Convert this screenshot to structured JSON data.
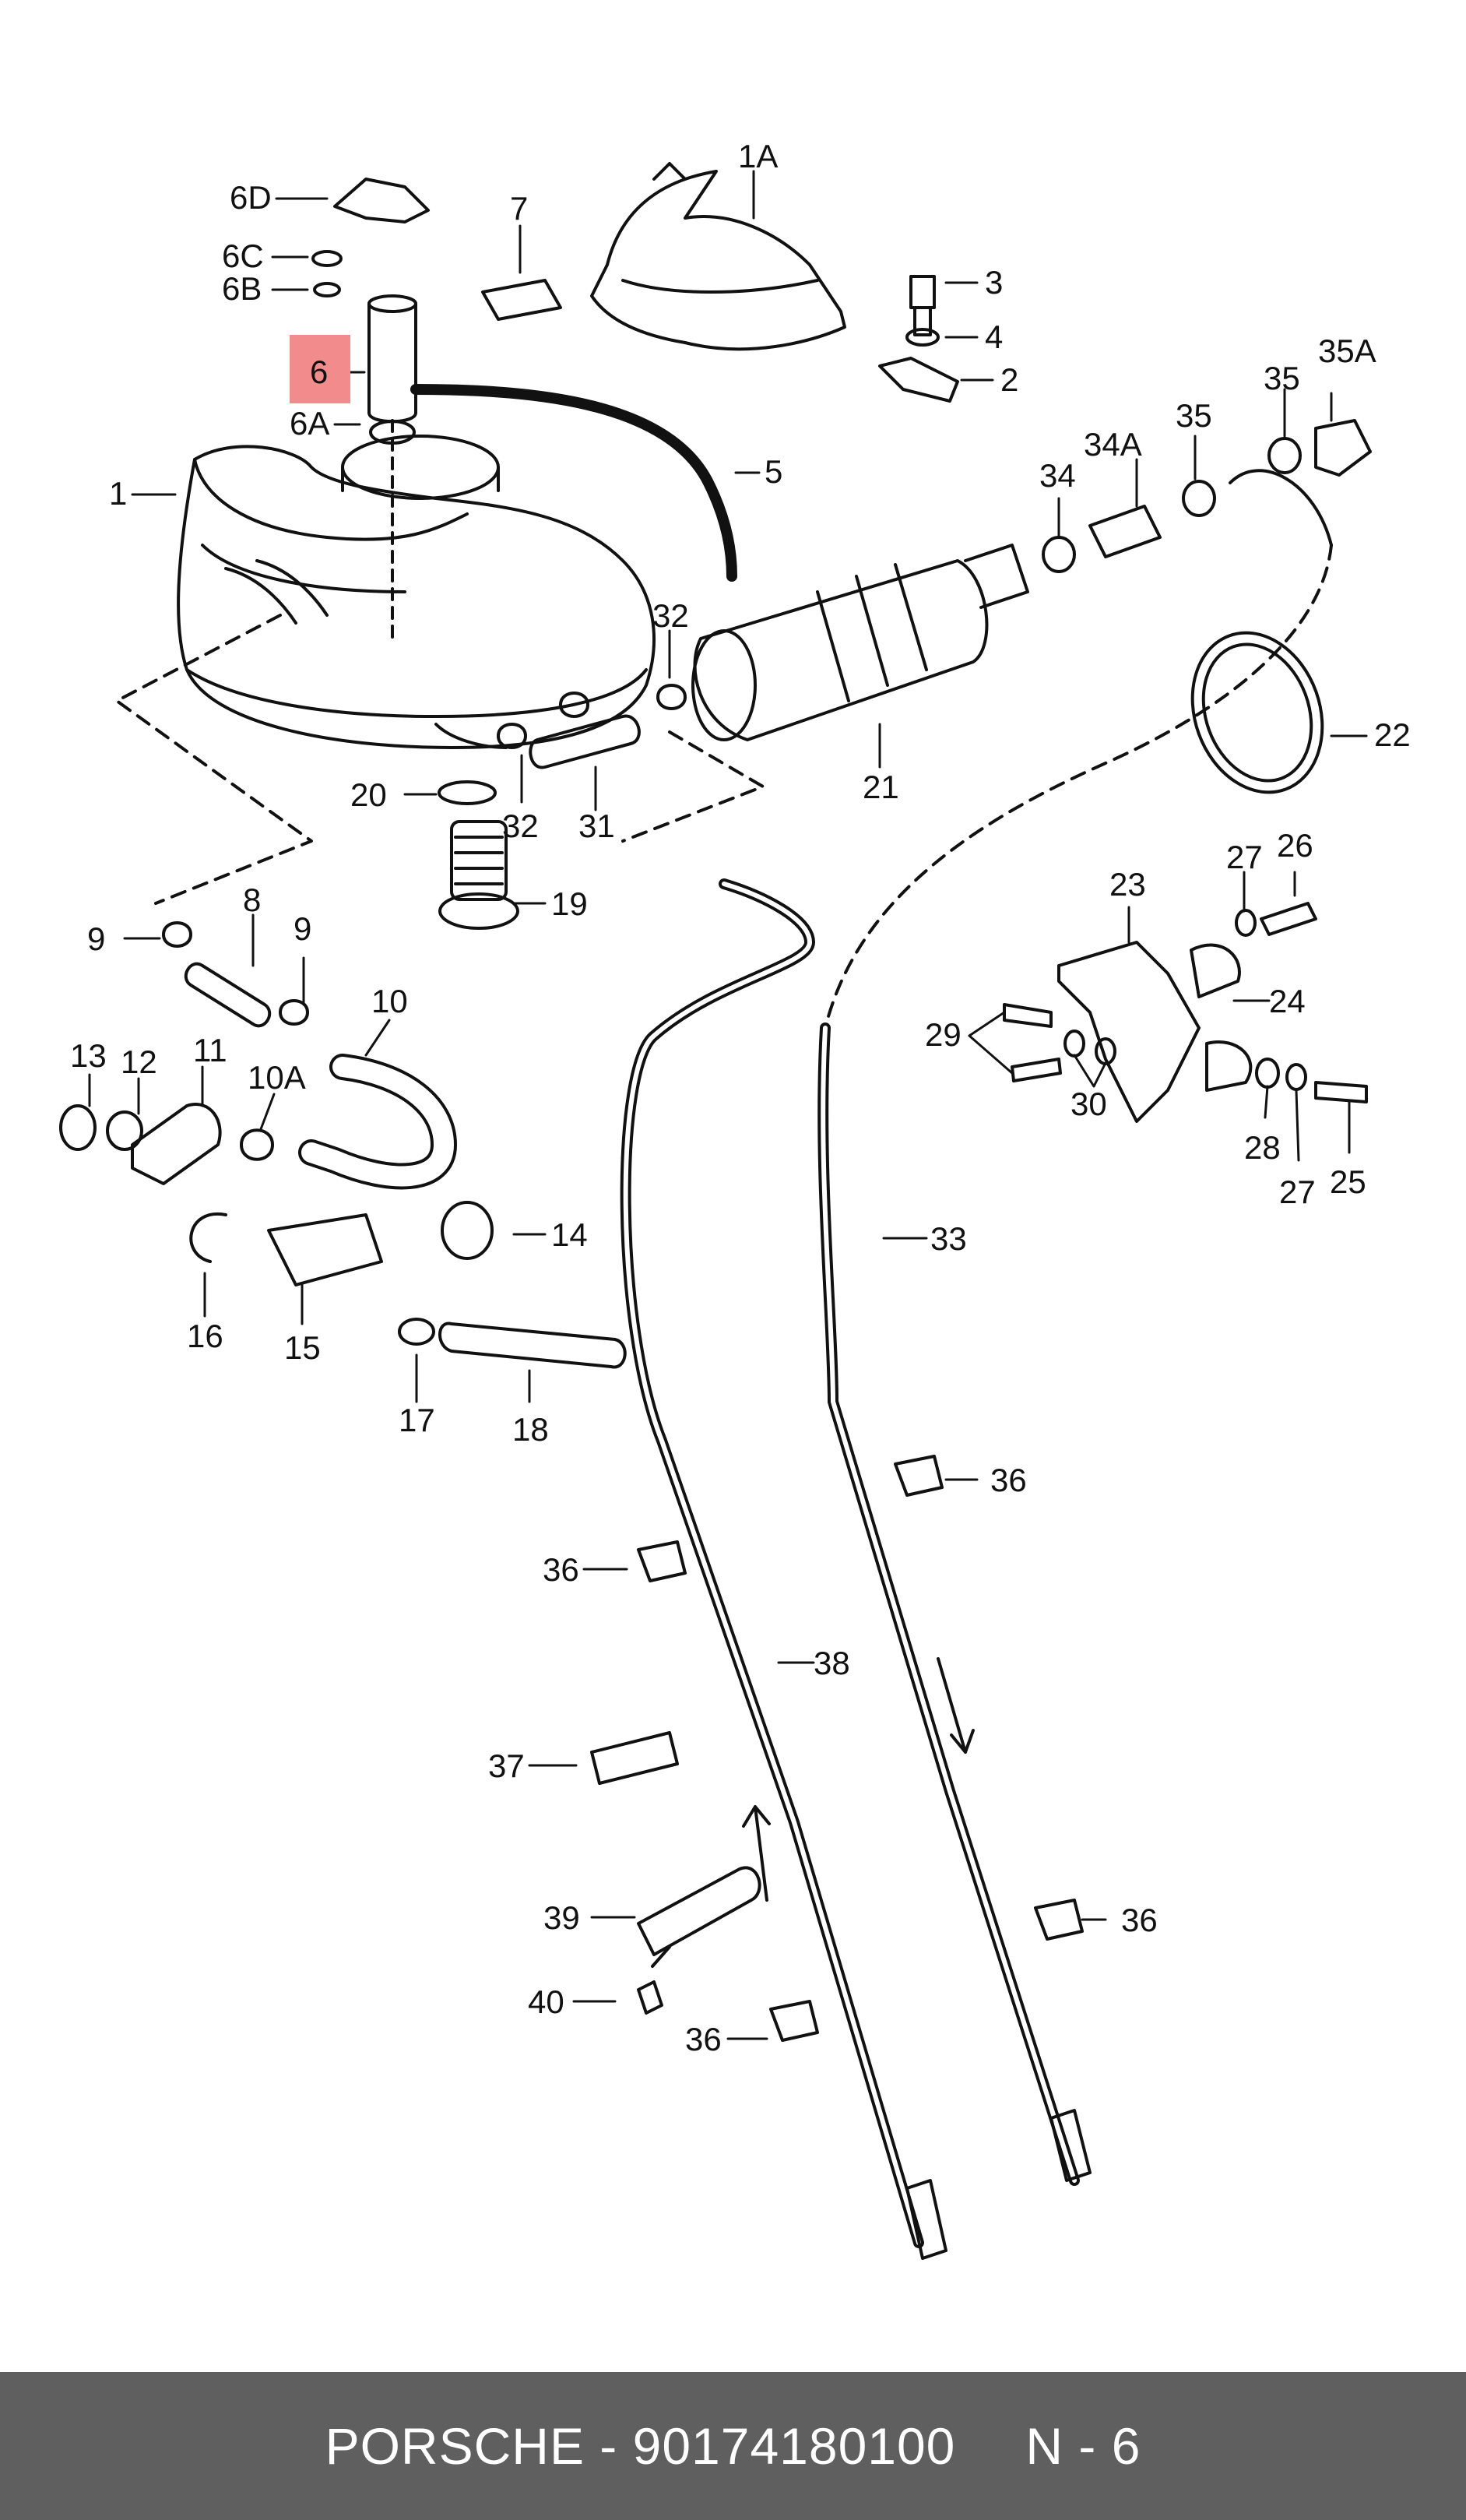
{
  "footer": {
    "brand_part": "PORSCHE - 90174180100",
    "page_ref": "N - 6"
  },
  "colors": {
    "highlight": "#f28b8b",
    "footer_bg": "#5f5f5f",
    "line": "#111111"
  },
  "callouts": [
    "1A",
    "3",
    "4",
    "2",
    "6D",
    "7",
    "6C",
    "6B",
    "6",
    "6A",
    "1",
    "5",
    "35",
    "35A",
    "34A",
    "35",
    "34",
    "32",
    "22",
    "20",
    "32",
    "31",
    "21",
    "19",
    "9",
    "8",
    "9",
    "26",
    "27",
    "23",
    "24",
    "29",
    "30",
    "10",
    "13",
    "12",
    "11",
    "10A",
    "28",
    "27",
    "25",
    "14",
    "16",
    "15",
    "33",
    "17",
    "18",
    "36",
    "36",
    "38",
    "37",
    "39",
    "36",
    "40",
    "36"
  ],
  "highlighted_callout": "6"
}
